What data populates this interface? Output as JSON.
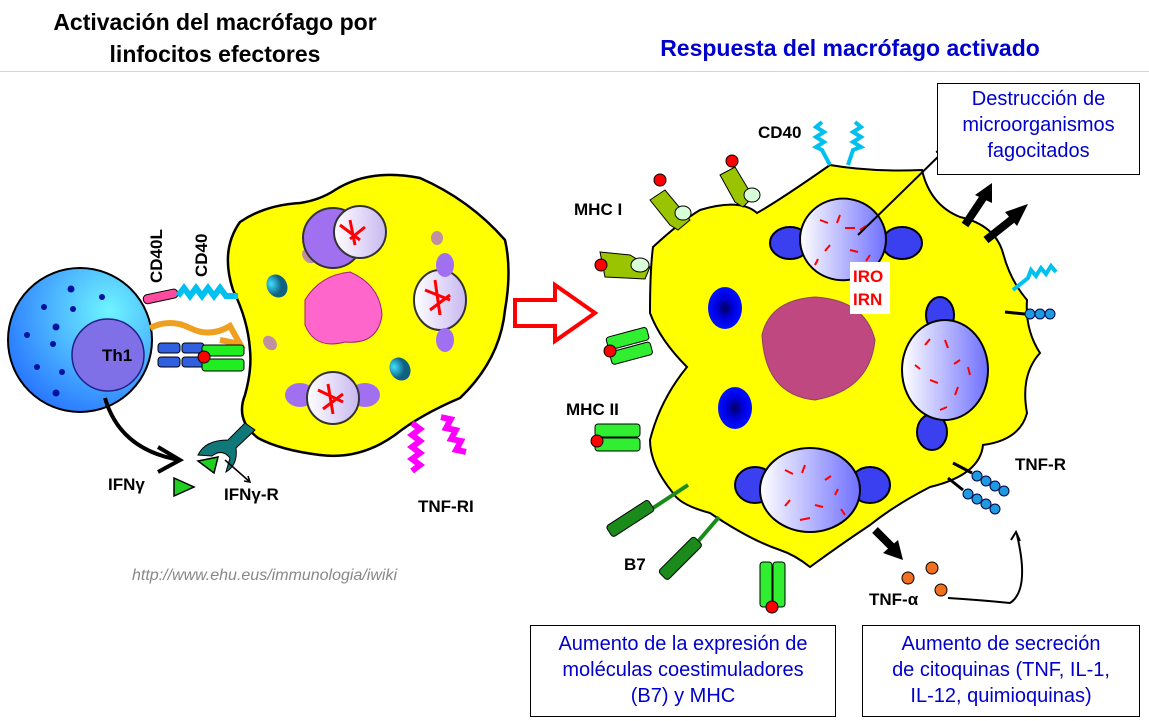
{
  "titles": {
    "left_line1": "Activación del macrófago por",
    "left_line2": "linfocitos efectores",
    "right": "Respuesta del macrófago activado"
  },
  "left_labels": {
    "th1": "Th1",
    "cd40l": "CD40L",
    "cd40": "CD40",
    "ifng": "IFNγ",
    "ifng_r": "IFNγ-R",
    "tnf_ri": "TNF-RI"
  },
  "right_labels": {
    "cd40": "CD40",
    "mhc1": "MHC I",
    "mhc2": "MHC II",
    "b7": "B7",
    "tnf_r": "TNF-R",
    "tnf_a": "TNF-α",
    "iro": "IRO",
    "irn": "IRN"
  },
  "url": "http://www.ehu.eus/immunologia/iwiki",
  "boxes": {
    "top": [
      "Destrucción de",
      "microorganismos",
      "fagocitados"
    ],
    "bottom_left": [
      "Aumento de la expresión de",
      "moléculas coestimuladores",
      "(B7) y MHC"
    ],
    "bottom_right": [
      "Aumento de secreción",
      "de citoquinas (TNF, IL-1,",
      "IL-12, quimioquinas)"
    ]
  },
  "colors": {
    "macrophage": "#ffff00",
    "th1_cell": "#4fc8f0",
    "title_blue": "#0000cc",
    "arrow_red": "#ff0000"
  }
}
